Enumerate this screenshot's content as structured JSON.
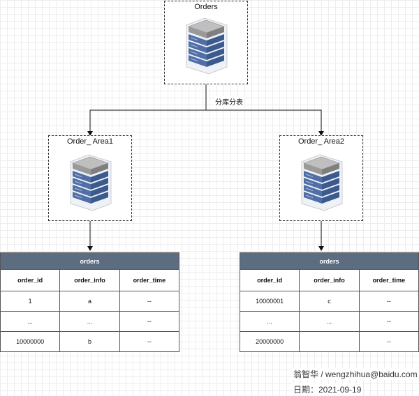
{
  "nodes": {
    "root": {
      "title": "Orders"
    },
    "left": {
      "title": "Order_ Area1"
    },
    "right": {
      "title": "Order_ Area2"
    }
  },
  "edge_label": "分库分表",
  "tables": [
    {
      "name": "orders",
      "columns": [
        "order_id",
        "order_info",
        "order_time"
      ],
      "rows": [
        [
          "1",
          "a",
          "--"
        ],
        [
          "...",
          "...",
          "--"
        ],
        [
          "10000000",
          "b",
          "--"
        ]
      ]
    },
    {
      "name": "orders",
      "columns": [
        "order_id",
        "order_info",
        "order_time"
      ],
      "rows": [
        [
          "10000001",
          "c",
          "--"
        ],
        [
          "...",
          "...",
          "--"
        ],
        [
          "20000000",
          "",
          "--"
        ]
      ]
    }
  ],
  "footer": {
    "author": "翁智华 / wengzhihua@baidu.com",
    "date": "日期：2021-09-19"
  },
  "colors": {
    "table_header": "#5d6d81",
    "server_blue": "#4f6fa6",
    "server_gray": "#9a9a9a"
  }
}
